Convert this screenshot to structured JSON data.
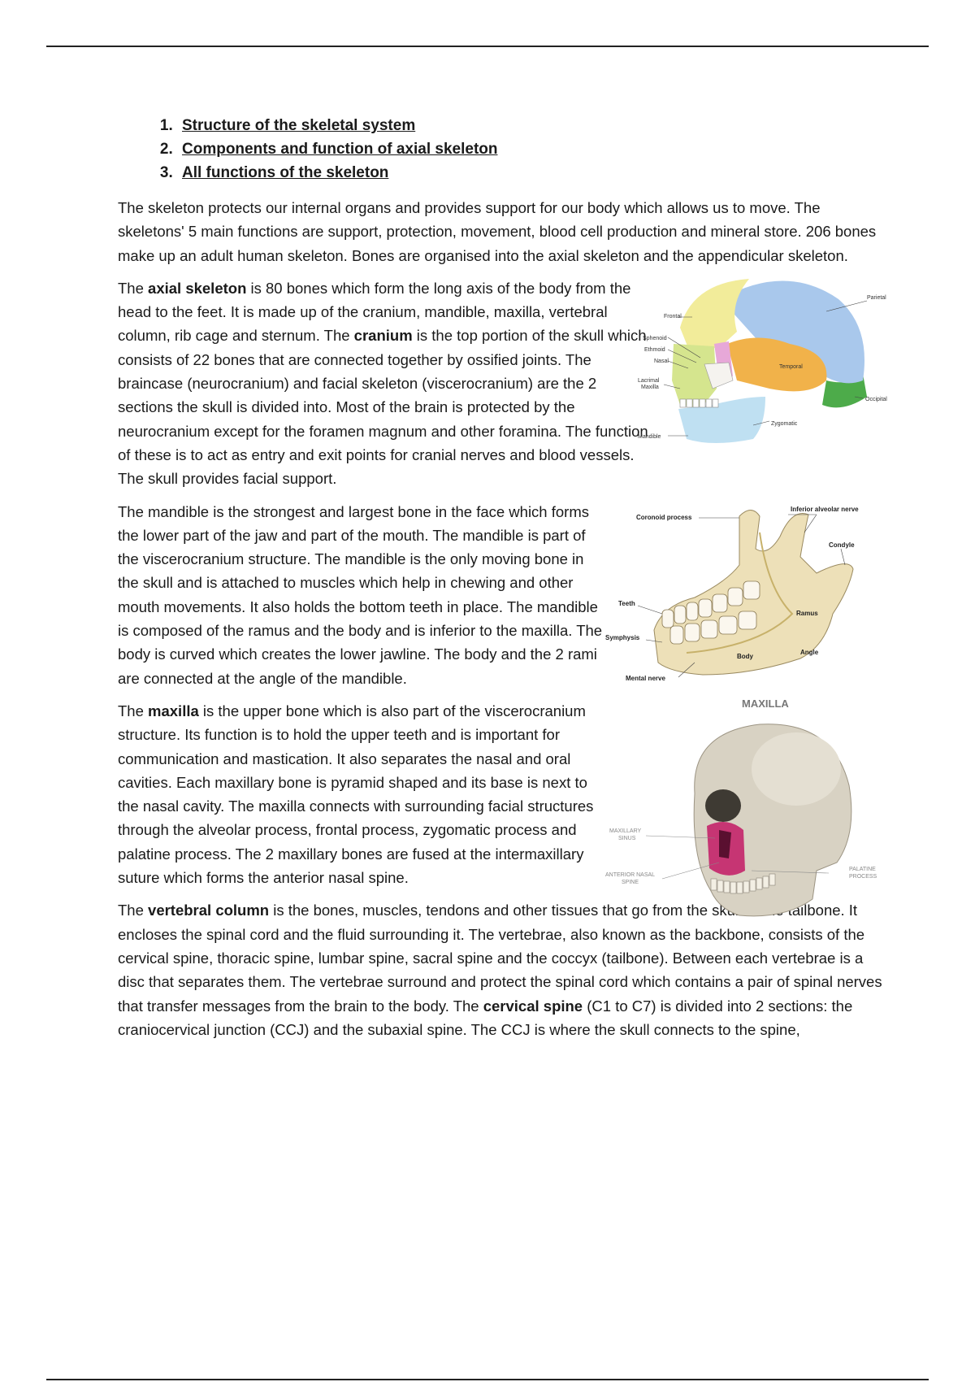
{
  "toc": [
    {
      "num": "1.",
      "label": "Structure of the skeletal system"
    },
    {
      "num": "2.",
      "label": "Components and function of axial skeleton"
    },
    {
      "num": "3.",
      "label": "All functions of the skeleton"
    }
  ],
  "intro": "The skeleton protects our internal organs and provides support for our body which allows us to move. The skeletons' 5 main functions are support, protection, movement, blood cell production and mineral store. 206 bones make up an adult human skeleton. Bones are organised into the axial skeleton and the appendicular skeleton.",
  "axial": {
    "t1": "The ",
    "b1": "axial skeleton",
    "t2": " is 80 bones which form the long axis of the body from the head to the feet. It is made up of the cranium, mandible, maxilla, vertebral column, rib cage and sternum. The ",
    "b2": "cranium",
    "t3": " is the top portion of the skull which consists of 22 bones that are connected together by ossified joints. The braincase (neurocranium) and facial skeleton (viscerocranium) are the 2 sections the skull is divided into. Most of the brain is protected by the neurocranium except for the foramen magnum and other foramina. The function of these is to act as entry and exit points for cranial nerves and blood vessels. The skull provides facial support."
  },
  "mandible": "The mandible is the strongest and largest bone in the face which forms the lower part of the jaw and part of the mouth. The mandible is part of the viscerocranium structure. The mandible is the only moving bone in the skull and is attached to muscles which help in chewing and other mouth movements. It also holds the bottom teeth in place. The mandible is composed of the ramus and the body and is inferior to the maxilla. The body is curved which creates the lower jawline. The body and the 2 rami are connected at the angle of the mandible.",
  "maxilla": {
    "t1": "The ",
    "b1": "maxilla",
    "t2": " is the upper bone which is also part of the viscerocranium structure. Its function is to hold the upper teeth and is important for communication and mastication. It also separates the nasal and oral cavities. Each maxillary bone is pyramid shaped and its base is next to the nasal cavity. The maxilla connects with surrounding facial structures through the alveolar process, frontal process, zygomatic process and palatine process. The 2 maxillary bones are fused at the intermaxillary suture which forms the anterior nasal spine."
  },
  "vertebral": {
    "t1": "The ",
    "b1": "vertebral column",
    "t2": " is the bones, muscles, tendons and other tissues that go from the skull to the tailbone. It encloses the spinal cord and the fluid surrounding it. The vertebrae, also known as the backbone, consists of the cervical spine, thoracic spine, lumbar spine, sacral spine and the coccyx (tailbone). Between each vertebrae is a disc that separates them. The vertebrae surround and protect the spinal cord which contains a pair of spinal nerves that transfer messages from the brain to the body. The ",
    "b2": "cervical spine",
    "t3": " (C1 to C7) is divided into 2 sections: the craniocervical junction (CCJ) and the subaxial spine. The CCJ is where the skull connects to the spine,"
  },
  "skull_labels": {
    "frontal": "Frontal",
    "parietal": "Parietal",
    "sphenoid": "Sphenoid",
    "ethmoid": "Ethmoid",
    "nasal": "Nasal",
    "lacrimal": "Lacrimal",
    "maxilla": "Maxilla",
    "temporal": "Temporal",
    "occipital": "Occipital",
    "zygomatic": "Zygomatic",
    "mandible": "Mandible"
  },
  "mandible_labels": {
    "coronoid": "Coronoid process",
    "inferior_alveolar": "Inferior alveolar nerve",
    "condyle": "Condyle",
    "teeth": "Teeth",
    "ramus": "Ramus",
    "symphysis": "Symphysis",
    "body": "Body",
    "angle": "Angle",
    "mental": "Mental nerve"
  },
  "maxilla_fig": {
    "title": "MAXILLA",
    "sinus_1": "MAXILLARY",
    "sinus_2": "SINUS",
    "spine_1": "ANTERIOR NASAL",
    "spine_2": "SPINE",
    "palatine_1": "PALATINE",
    "palatine_2": "PROCESS"
  },
  "colors": {
    "frontal": "#f2ec9a",
    "parietal": "#a9c8ec",
    "temporal": "#f1b24a",
    "occipital": "#4dab4a",
    "sphenoid": "#e7a8d8",
    "mandible": "#bfe0f2",
    "maxilla": "#d5e58e",
    "bone": "#ede0b8",
    "maxilla_highlight": "#c4246a"
  }
}
